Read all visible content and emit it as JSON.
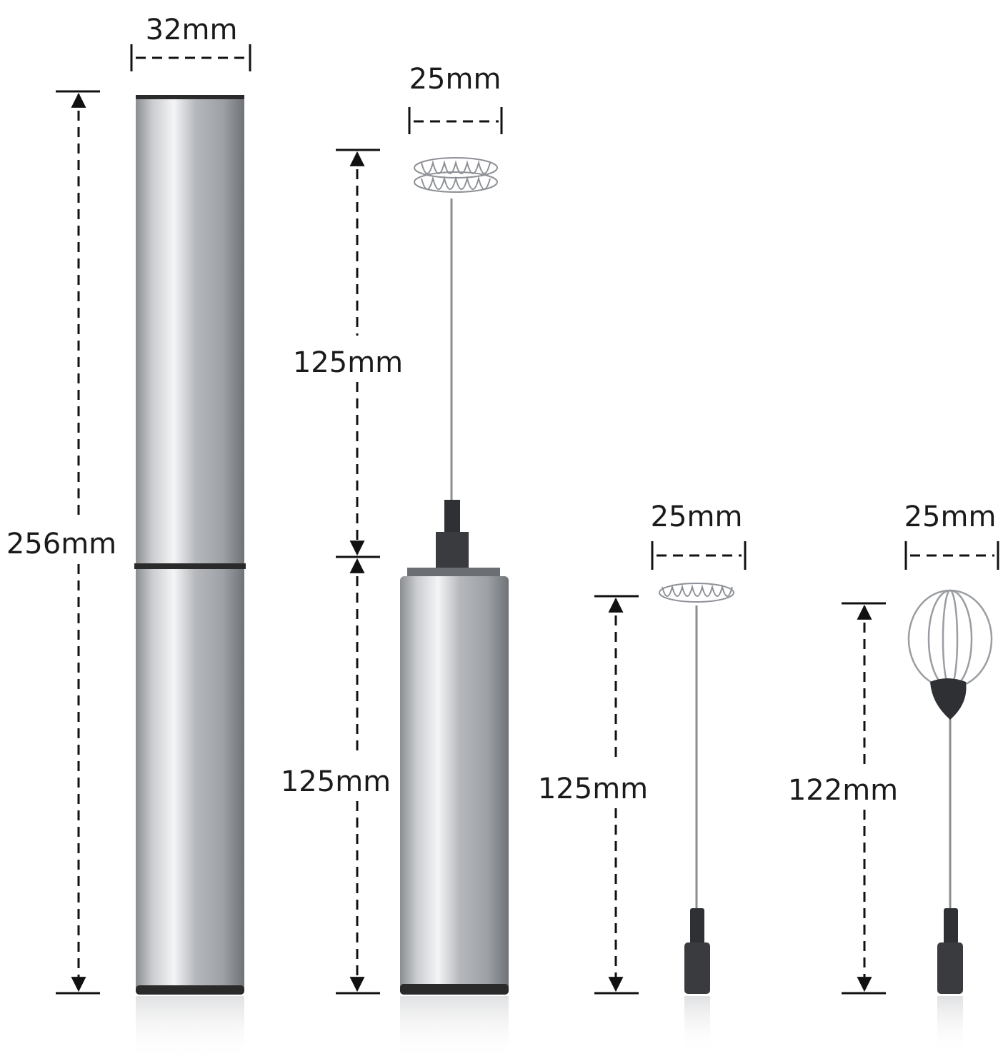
{
  "diagram": {
    "case": {
      "width_label": "32mm",
      "height_label": "256mm"
    },
    "frother": {
      "whisk_width_label": "25mm",
      "shaft_height_label": "125mm",
      "body_height_label": "125mm"
    },
    "spring_whisk": {
      "width_label": "25mm",
      "height_label": "125mm"
    },
    "balloon_whisk": {
      "width_label": "25mm",
      "height_label": "122mm"
    }
  }
}
